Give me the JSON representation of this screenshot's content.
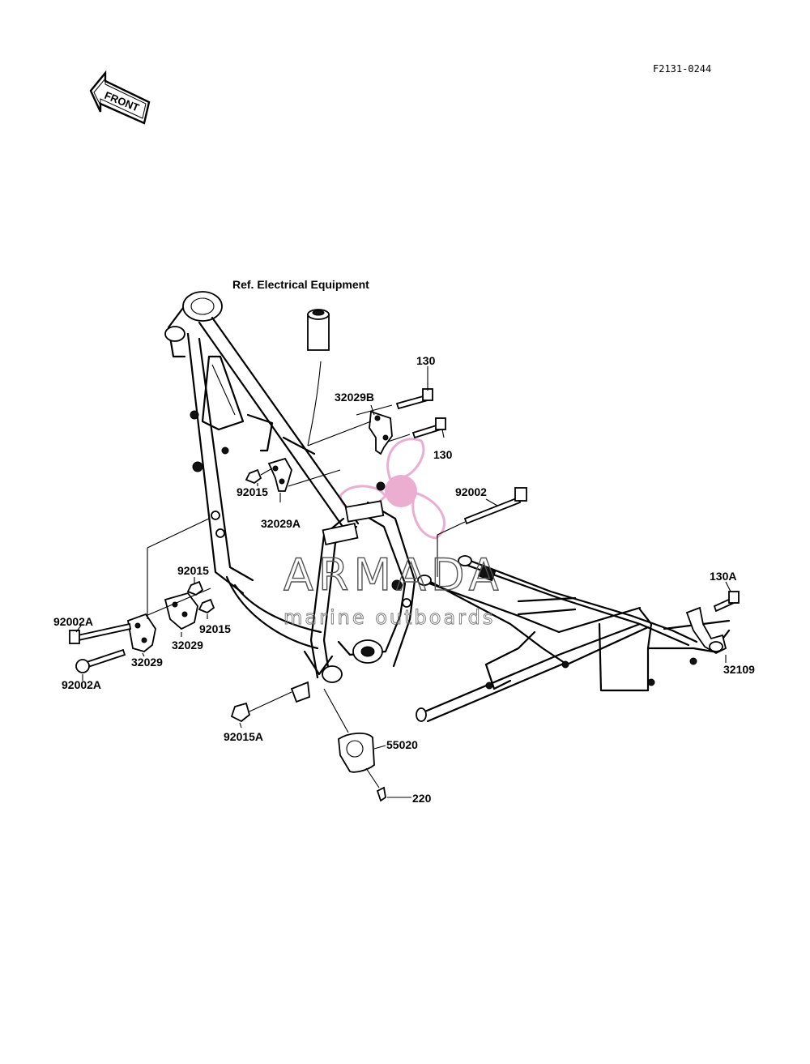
{
  "diagram_code": "F2131-0244",
  "front_arrow_label": "FRONT",
  "reference_note": "Ref. Electrical Equipment",
  "watermark": {
    "title": "ARMADA",
    "subtitle": "marine outboards",
    "logo_color": "#e8a0c8"
  },
  "part_labels": {
    "p130_top": "130",
    "p130_mid": "130",
    "p32029B": "32029B",
    "p92002": "92002",
    "p92015_left": "92015",
    "p32029A": "32029A",
    "p92015_a": "92015",
    "p92015_b": "92015",
    "p92002A_top": "92002A",
    "p92002A_bottom": "92002A",
    "p32029_right": "32029",
    "p32029_left": "32029",
    "p130A": "130A",
    "p32109": "32109",
    "p92015A": "92015A",
    "p55020": "55020",
    "p220": "220"
  }
}
